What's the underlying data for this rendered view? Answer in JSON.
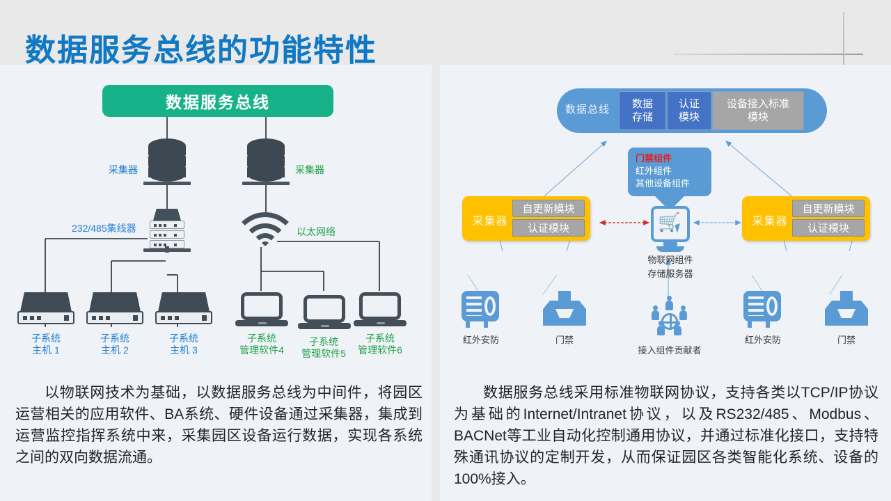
{
  "slide": {
    "title": "数据服务总线的功能特性",
    "accent_blue": "#1179c4",
    "accent_green": "#17b28a",
    "panel_bg": "#eff2f7",
    "header_bg": "#e9e9e9"
  },
  "left_diagram": {
    "bus_label": "数据服务总线",
    "collector_left_label": "采集器",
    "collector_right_label": "采集器",
    "hub_label": "232/485集线器",
    "network_label": "以太网络",
    "hosts": [
      {
        "line1": "子系统",
        "line2": "主机 1"
      },
      {
        "line1": "子系统",
        "line2": "主机 2"
      },
      {
        "line1": "子系统",
        "line2": "主机 3"
      }
    ],
    "software": [
      {
        "line1": "子系统",
        "line2": "管理软件4"
      },
      {
        "line1": "子系统",
        "line2": "管理软件5"
      },
      {
        "line1": "子系统",
        "line2": "管理软件6"
      }
    ]
  },
  "right_diagram": {
    "bus_name": "数据总线",
    "bus_modules": [
      {
        "label": "数据\n存储",
        "line1": "数据",
        "line2": "存储",
        "color": "#4472c4"
      },
      {
        "label": "认证\n模块",
        "line1": "认证",
        "line2": "模块",
        "color": "#4472c4"
      },
      {
        "label": "设备接入标准\n模块",
        "line1": "设备接入标准",
        "line2": "模块",
        "color": "#a6a6a6"
      }
    ],
    "component_card": {
      "item1": "门禁组件",
      "item1_color": "#e02020",
      "item2": "红外组件",
      "item3": "其他设备组件"
    },
    "iot_caption_line1": "物联网组件",
    "iot_caption_line2": "存储服务器",
    "collector_left": {
      "name": "采集器",
      "module_top": "自更新模块",
      "module_bottom": "认证模块"
    },
    "collector_right": {
      "name": "采集器",
      "module_top": "自更新模块",
      "module_bottom": "认证模块"
    },
    "devices": [
      {
        "name": "红外安防"
      },
      {
        "name": "门禁"
      },
      {
        "name": "红外安防"
      },
      {
        "name": "门禁"
      }
    ],
    "contributor_label": "接入组件贡献者"
  },
  "body": {
    "left_paragraph": "以物联网技术为基础，以数据服务总线为中间件，将园区运营相关的应用软件、BA系统、硬件设备通过采集器，集成到运营监控指挥系统中来，采集园区设备运行数据，实现各系统之间的双向数据流通。",
    "right_paragraph": "数据服务总线采用标准物联网协议，支持各类以TCP/IP协议为基础的Internet/Intranet协议，以及RS232/485、Modbus、BACNet等工业自动化控制通用协议，并通过标准化接口，支持特殊通讯协议的定制开发，从而保证园区各类智能化系统、设备的100%接入。"
  }
}
